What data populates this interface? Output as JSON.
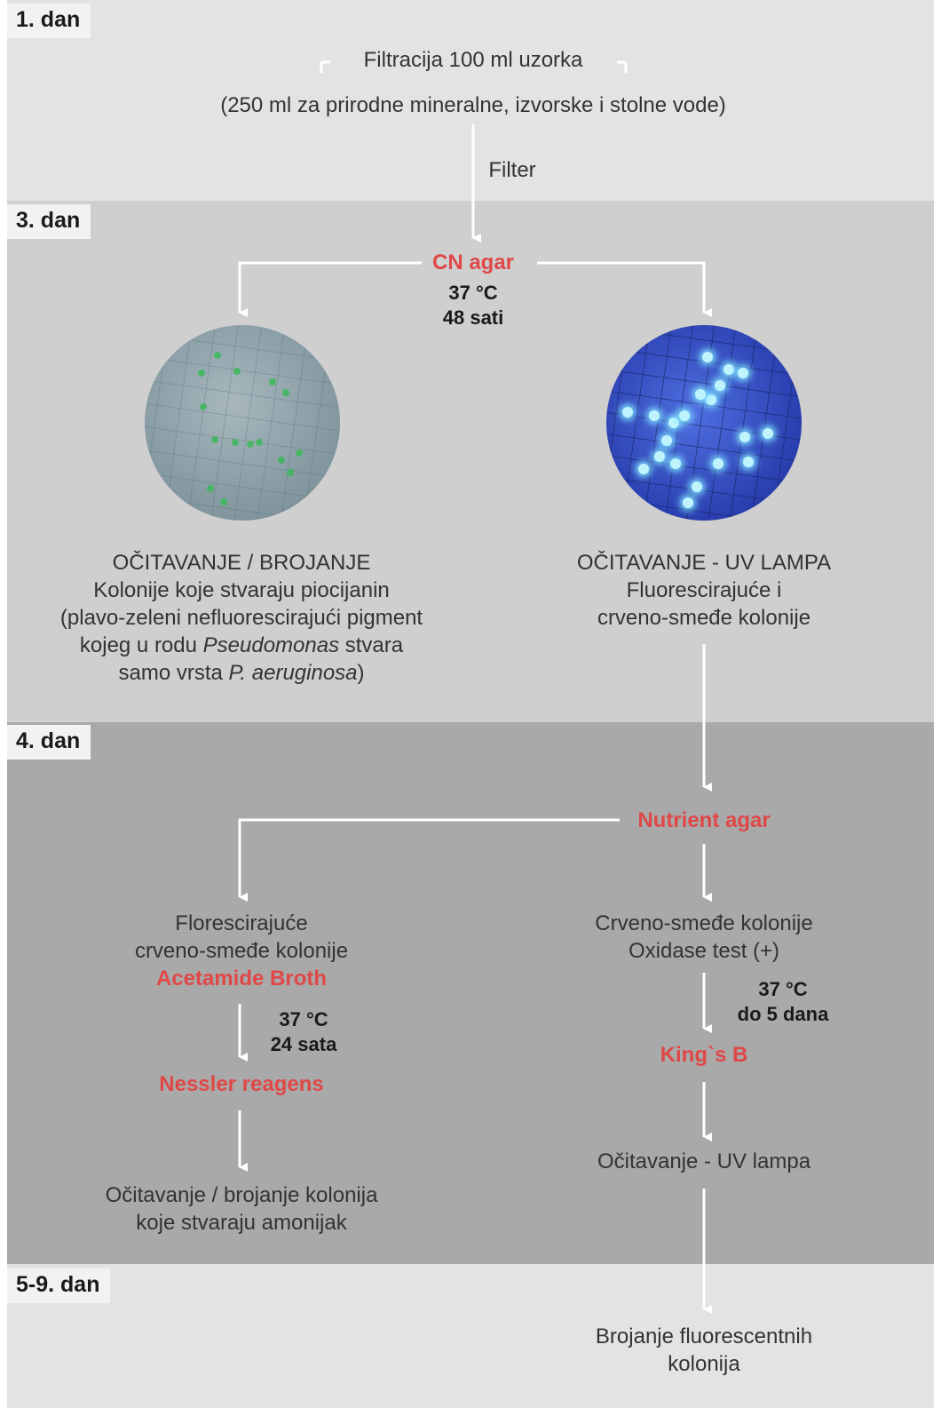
{
  "days": {
    "d1": "1. dan",
    "d3": "3. dan",
    "d4": "4. dan",
    "d59": "5-9. dan"
  },
  "step1": {
    "title": "Filtracija 100 ml uzorka",
    "subtitle": "(250 ml za prirodne mineralne, izvorske i stolne vode)",
    "filter_label": "Filter"
  },
  "cn_agar": {
    "name": "CN agar",
    "temp": "37 °C",
    "time": "48 sati"
  },
  "left_reading": {
    "line1": "OČITAVANJE / BROJANJE",
    "line2": "Kolonije koje stvaraju piocijanin",
    "line3": "(plavo-zeleni nefluorescirajući pigment",
    "line4_a": "kojeg u rodu ",
    "line4_italic": "Pseudomonas",
    "line4_b": " stvara",
    "line5_a": "samo vrsta ",
    "line5_italic": "P. aeruginosa",
    "line5_b": ")"
  },
  "right_reading": {
    "line1": "OČITAVANJE - UV LAMPA",
    "line2": "Fluorescirajuće i",
    "line3": "crveno-smeđe kolonije"
  },
  "nutrient_agar": "Nutrient agar",
  "left_branch": {
    "line1": "Florescirajuće",
    "line2": "crveno-smeđe kolonije",
    "medium": "Acetamide Broth",
    "temp": "37 °C",
    "time": "24 sata",
    "reagent": "Nessler reagens",
    "result1": "Očitavanje / brojanje kolonija",
    "result2": "koje stvaraju amonijak"
  },
  "right_branch": {
    "line1": "Crveno-smeđe kolonije",
    "line2": "Oxidase test (+)",
    "temp": "37 °C",
    "time": "do 5 dana",
    "medium": "King`s B",
    "reading": "Očitavanje - UV lampa",
    "final1": "Brojanje fluorescentnih",
    "final2": "kolonija"
  },
  "colors": {
    "accent_red": "#e04848",
    "band_light": "#e3e3e3",
    "band_mid": "#cfcfcf",
    "band_dark": "#a9a9a9"
  }
}
